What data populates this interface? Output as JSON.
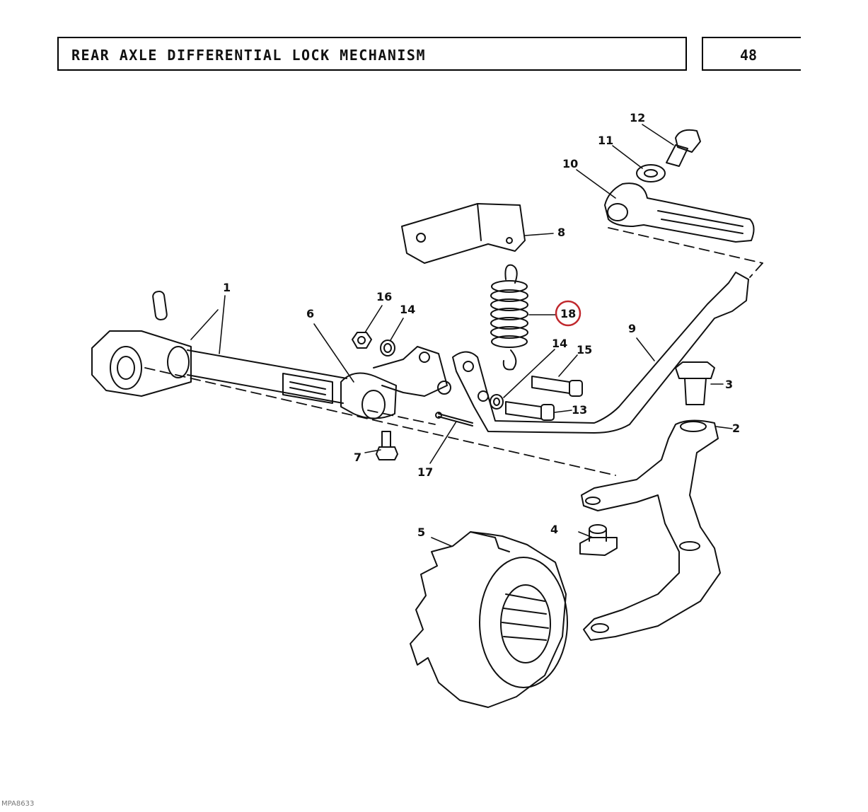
{
  "header": {
    "title": "REAR AXLE DIFFERENTIAL LOCK MECHANISM",
    "page_number": "48"
  },
  "callouts": {
    "c1": "1",
    "c2": "2",
    "c3": "3",
    "c4": "4",
    "c5": "5",
    "c6": "6",
    "c7": "7",
    "c8": "8",
    "c9": "9",
    "c10": "10",
    "c11": "11",
    "c12": "12",
    "c13": "13",
    "c14a": "14",
    "c14b": "14",
    "c15": "15",
    "c16": "16",
    "c17": "17",
    "c18": "18"
  },
  "highlight": {
    "callout": "18",
    "color": "#c0282d"
  },
  "footer": {
    "code": "MPA8633"
  }
}
